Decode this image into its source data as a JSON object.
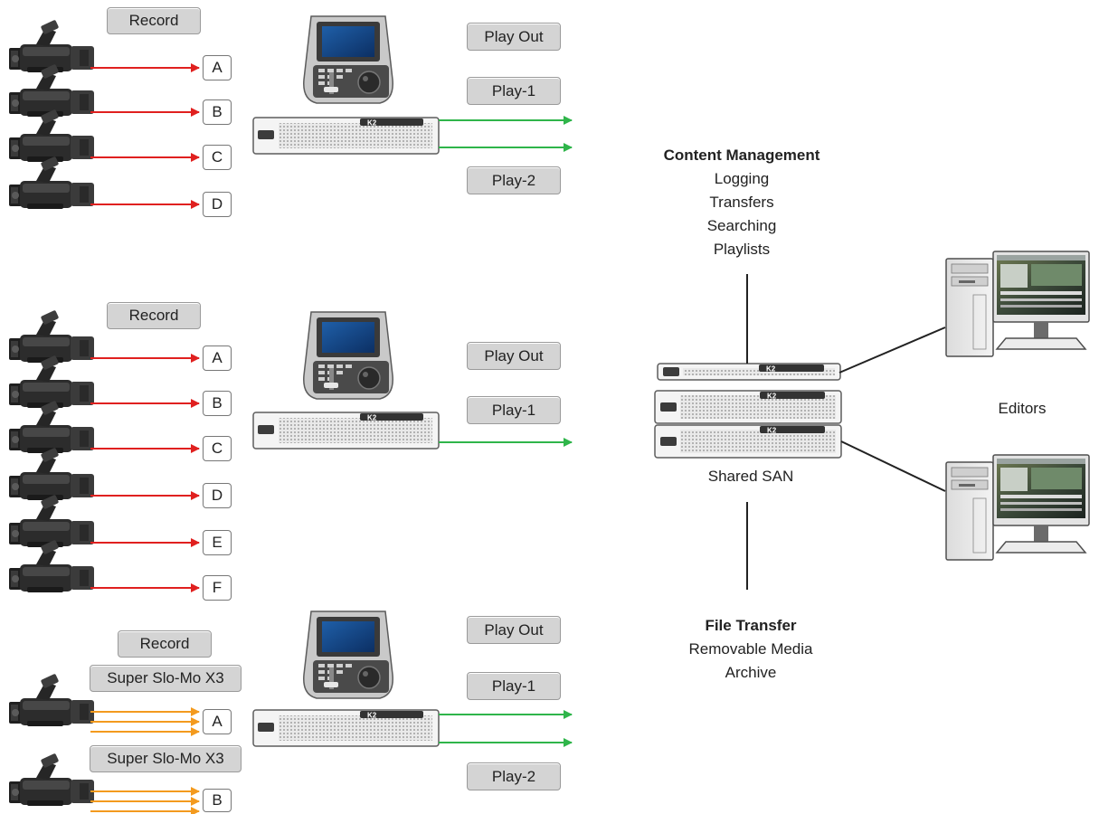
{
  "row1": {
    "record": "Record",
    "inputs": [
      "A",
      "B",
      "C",
      "D"
    ],
    "outputs": {
      "play_out": "Play Out",
      "play1": "Play-1",
      "play2": "Play-2"
    }
  },
  "row2": {
    "record": "Record",
    "inputs": [
      "A",
      "B",
      "C",
      "D",
      "E",
      "F"
    ],
    "outputs": {
      "play_out": "Play Out",
      "play1": "Play-1"
    }
  },
  "row3": {
    "record": "Record",
    "slomo": [
      "Super Slo-Mo X3",
      "Super Slo-Mo X3"
    ],
    "inputs": [
      "A",
      "B"
    ],
    "outputs": {
      "play_out": "Play Out",
      "play1": "Play-1",
      "play2": "Play-2"
    }
  },
  "server_brand": "K2",
  "content_management": {
    "title": "Content Management",
    "items": [
      "Logging",
      "Transfers",
      "Searching",
      "Playlists"
    ]
  },
  "shared_san": "Shared SAN",
  "editors": "Editors",
  "file_transfer": {
    "title": "File Transfer",
    "items": [
      "Removable Media",
      "Archive"
    ]
  },
  "colors": {
    "record_arrow": "#e0201f",
    "play_arrow": "#2fb54a",
    "slomo_arrow": "#f39a1e",
    "button_fill": "#d4d4d4"
  }
}
